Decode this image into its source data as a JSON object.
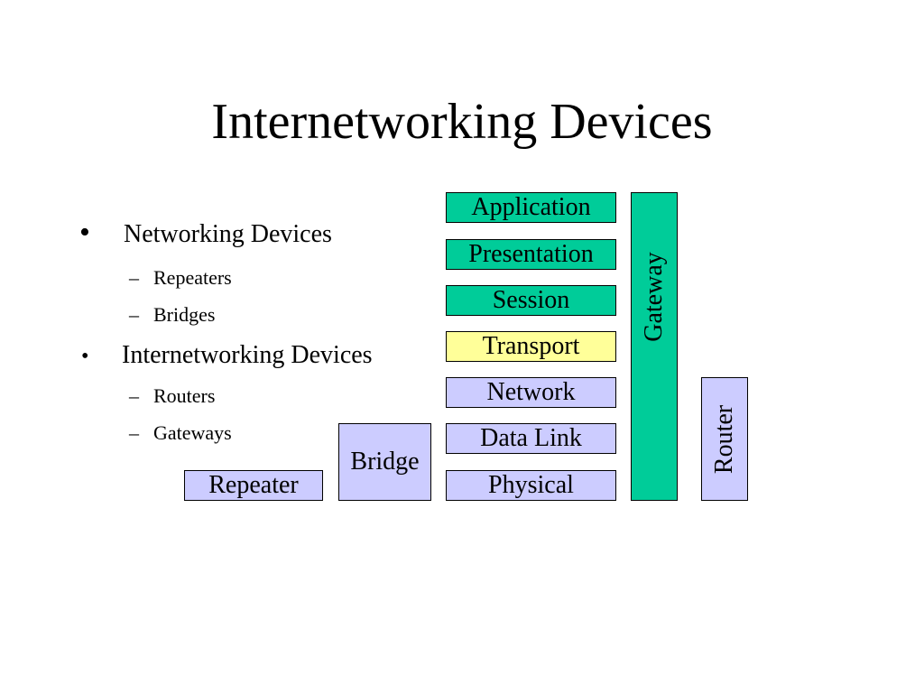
{
  "slide": {
    "title": "Internetworking Devices"
  },
  "bullets": {
    "marker_main": "•",
    "marker_sub": "–",
    "networking_devices": "Networking Devices",
    "repeaters": "Repeaters",
    "bridges": "Bridges",
    "internetworking_devices": "Internetworking Devices",
    "routers": "Routers",
    "gateways": "Gateways"
  },
  "osi_layers": {
    "application": "Application",
    "presentation": "Presentation",
    "session": "Session",
    "transport": "Transport",
    "network": "Network",
    "data_link": "Data Link",
    "physical": "Physical"
  },
  "devices": {
    "repeater": "Repeater",
    "bridge": "Bridge",
    "gateway": "Gateway",
    "router": "Router"
  },
  "colors": {
    "green": "#00CC99",
    "yellow": "#FFFF99",
    "lavender": "#CCCCFF",
    "border": "#000000",
    "background": "#FFFFFF"
  }
}
